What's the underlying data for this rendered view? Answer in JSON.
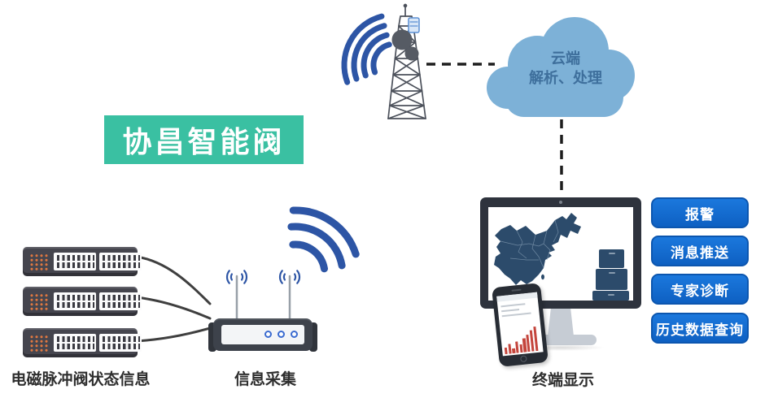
{
  "banner": {
    "label": "协昌智能阀"
  },
  "cloud": {
    "line1": "云端",
    "line2": "解析、处理"
  },
  "stages": {
    "switches_label": "电磁脉冲阀状态信息",
    "router_label": "信息采集",
    "terminal_label": "终端显示"
  },
  "buttons": [
    {
      "label": "报警"
    },
    {
      "label": "消息推送"
    },
    {
      "label": "专家诊断"
    },
    {
      "label": "历史数据查询"
    }
  ],
  "icons": {
    "wifi_signal": "concentric-arcs",
    "cell_tower": "lattice-mast-with-dishes",
    "cloud": "puffy-cloud",
    "network_switch": "rack-switch-orange-leds-white-ports",
    "router": "two-antenna-router-three-leds",
    "terminal": "desktop-monitor-china-map",
    "phone": "smartphone-red-bar-chart",
    "server": "stacked-cabinet-boxes"
  },
  "colors": {
    "banner_teal": "#3ac0a2",
    "button_blue": "#1169cd",
    "cloud_blue": "#7db1d7",
    "signal_blue": "#2d55a5",
    "map_navy": "#2c4b6b",
    "led_orange": "#e07840",
    "dash_black": "#1d1d1d"
  }
}
